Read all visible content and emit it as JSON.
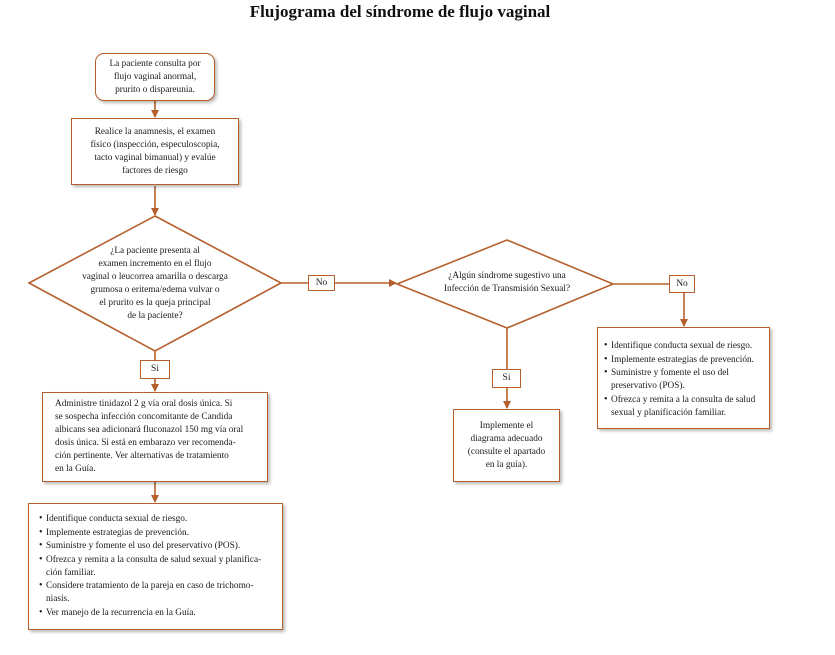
{
  "title": "Flujograma del síndrome de flujo vaginal",
  "start_box": "La paciente consulta por\nflujo vaginal anormal,\nprurito o dispareunia.",
  "assessment_box": "Realice la anamnesis, el examen\nfísico (inspección, especuloscopia,\ntacto vaginal bimanual) y evalúe\nfactores de riesgo",
  "decision_1": "¿La paciente presenta al\nexamen incremento en el flujo\nvaginal o leucorrea amarilla o descarga\ngrumosa o eritema/edema vulvar o\nel prurito es la queja principal\nde la paciente?",
  "decision_2": "¿Algún síndrome sugestivo una\nInfección de Transmisión Sexual?",
  "labels": {
    "no_1": "No",
    "si_1": "Si",
    "no_2": "No",
    "si_2": "Si"
  },
  "treatment_box": "Administre tinidazol 2 g vía oral dosis única. Si\nse sospecha infección concomitante de Candida\nalbicans sea adicionará fluconazol 150 mg vía oral\ndosis única. Si está en embarazo ver recomenda-\nción pertinente. Ver alternativas de tratamiento\nen la Guía.",
  "left_bullets": [
    "Identifique conducta sexual de riesgo.",
    "Implemente estrategias de prevención.",
    "Suministre y fomente el uso del preservativo (POS).",
    "Ofrezca y remita a la consulta de salud sexual y planifica-\nción familiar.",
    "Considere tratamiento de la pareja en caso de trichomo-\nniasis.",
    "Ver manejo de la recurrencia en la Guía."
  ],
  "implement_box": "Implemente el\ndiagrama adecuado\n(consulte el apartado\nen la guía).",
  "right_bullets": [
    "Identifique conducta sexual de riesgo.",
    "Implemente estrategias de prevención.",
    "Suministre y fomente el uso del\npreservativo (POS).",
    "Ofrezca y remita a la consulta de salud\nsexual y planificación familiar."
  ],
  "colors": {
    "accent": "#b5602c",
    "text": "#1a1a1a",
    "background": "#ffffff"
  }
}
